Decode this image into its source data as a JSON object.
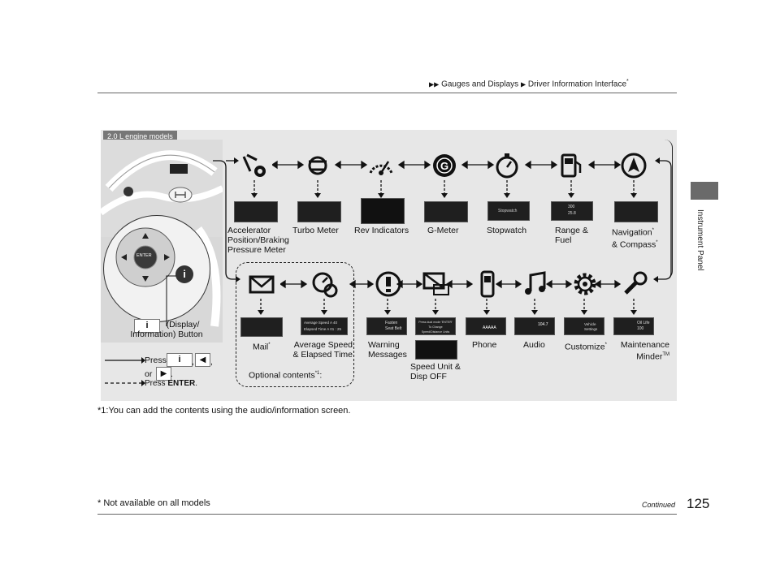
{
  "header": {
    "crumb1": "Gauges and Displays",
    "crumb2": "Driver Information Interface",
    "star": "*"
  },
  "page_number": "125",
  "continued": "Continued",
  "sidebar_label": "Instrument Panel",
  "footnote_bottom": "* Not available on all models",
  "footnote_note": "*1:You can add the contents using the audio/information screen.",
  "panel": {
    "badge": "2.0 L engine models",
    "steering": {
      "enter": "ENTER",
      "button_label_line1": "(Display/",
      "button_label_line2": "Information) Button"
    },
    "legend": {
      "press_text": "Press",
      "comma": ",",
      "or_text": "or",
      "period": ".",
      "press_enter_prefix": "Press",
      "press_enter_key": "ENTER",
      "press_enter_suffix": "."
    },
    "row1": [
      {
        "label": "Accelerator\nPosition/Braking\nPressure Meter",
        "icon": "pedal-icon"
      },
      {
        "label": "Turbo Meter",
        "icon": "turbo-icon"
      },
      {
        "label": "Rev Indicators",
        "icon": "rev-icon"
      },
      {
        "label": "G-Meter",
        "icon": "gmeter-icon"
      },
      {
        "label": "Stopwatch",
        "icon": "stopwatch-icon"
      },
      {
        "label": "Range &\nFuel",
        "icon": "fuel-pump-icon"
      },
      {
        "label": "Navigation",
        "sup": "*",
        "label2": "& Compass",
        "sup2": "*",
        "icon": "navigation-icon"
      }
    ],
    "row2": [
      {
        "label": "Mail",
        "sup": "*",
        "icon": "mail-icon"
      },
      {
        "label": "Average Speed\n& Elapsed Time",
        "icon": "average-speed-icon"
      },
      {
        "label": "Warning\nMessages",
        "icon": "warning-icon"
      },
      {
        "label": "Speed Unit &\nDisp OFF",
        "icon": "display-off-icon"
      },
      {
        "label": "Phone",
        "icon": "phone-icon"
      },
      {
        "label": "Audio",
        "icon": "music-note-icon"
      },
      {
        "label": "Customize",
        "sup": "*",
        "icon": "gear-icon"
      },
      {
        "label": "Maintenance\nMinder",
        "tm": "TM",
        "icon": "wrench-icon"
      }
    ],
    "optional": "Optional contents",
    "optional_sup": "*1",
    "optional_colon": ":",
    "thumb_texts": {
      "stopwatch": "Stopwatch",
      "range_a": "300",
      "range_b": "25.8",
      "avg_a": "Average Speed A",
      "avg_b": "Elapsed Time A",
      "avg_v1": "40",
      "avg_v2": "01 : 25",
      "warn_a": "Fasten",
      "warn_b": "Seat Belt",
      "speed_a": "Press dual mode 'ENTER'",
      "speed_b": "To Change",
      "speed_c": "Speed/Distance Units",
      "phone": "AAAAA",
      "audio": "104.7",
      "custom_a": "Vehicle",
      "custom_b": "Settings",
      "maint": "Oil Life",
      "maint_v": "100"
    }
  }
}
